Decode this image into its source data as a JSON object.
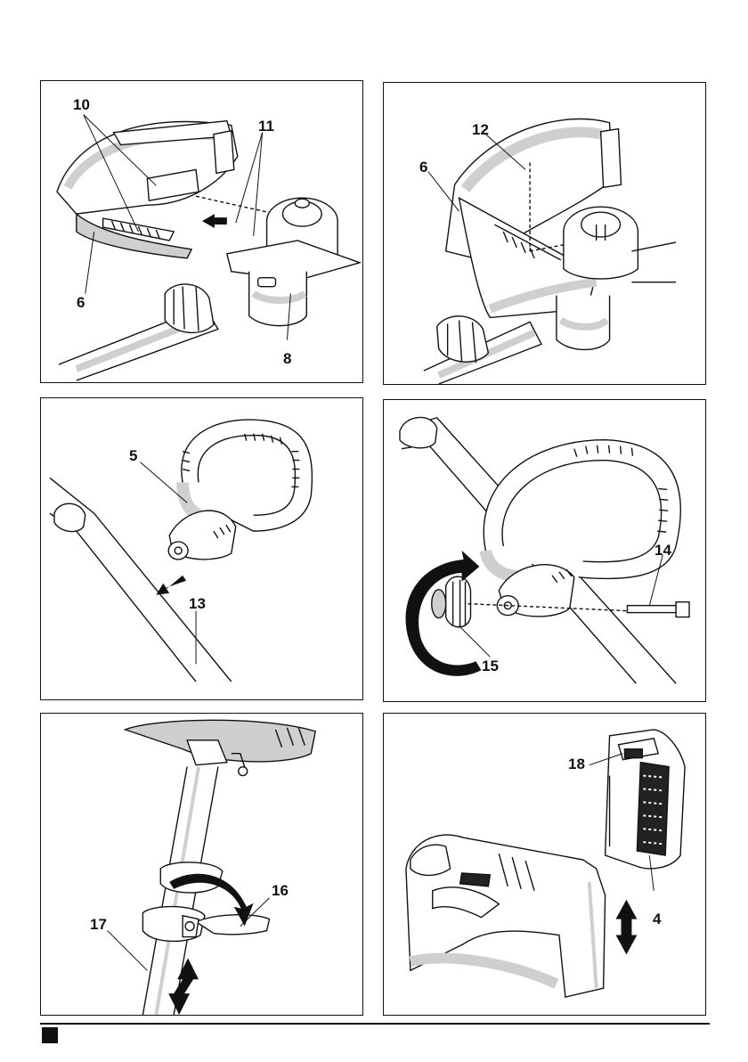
{
  "panels": [
    {
      "id": "p1",
      "callouts": [
        "10",
        "11",
        "6",
        "8"
      ]
    },
    {
      "id": "p2",
      "callouts": [
        "12",
        "6"
      ]
    },
    {
      "id": "p3",
      "callouts": [
        "5",
        "13"
      ]
    },
    {
      "id": "p4",
      "callouts": [
        "14",
        "15"
      ]
    },
    {
      "id": "p5",
      "callouts": [
        "16",
        "17"
      ]
    },
    {
      "id": "p6",
      "callouts": [
        "18",
        "4"
      ]
    }
  ],
  "colors": {
    "line": "#111111",
    "grey": "#cfcfcf",
    "dark": "#222222"
  },
  "icons": [
    "arrow-icon",
    "rotate-arrow-icon",
    "double-arrow-icon",
    "page-marker-square"
  ]
}
